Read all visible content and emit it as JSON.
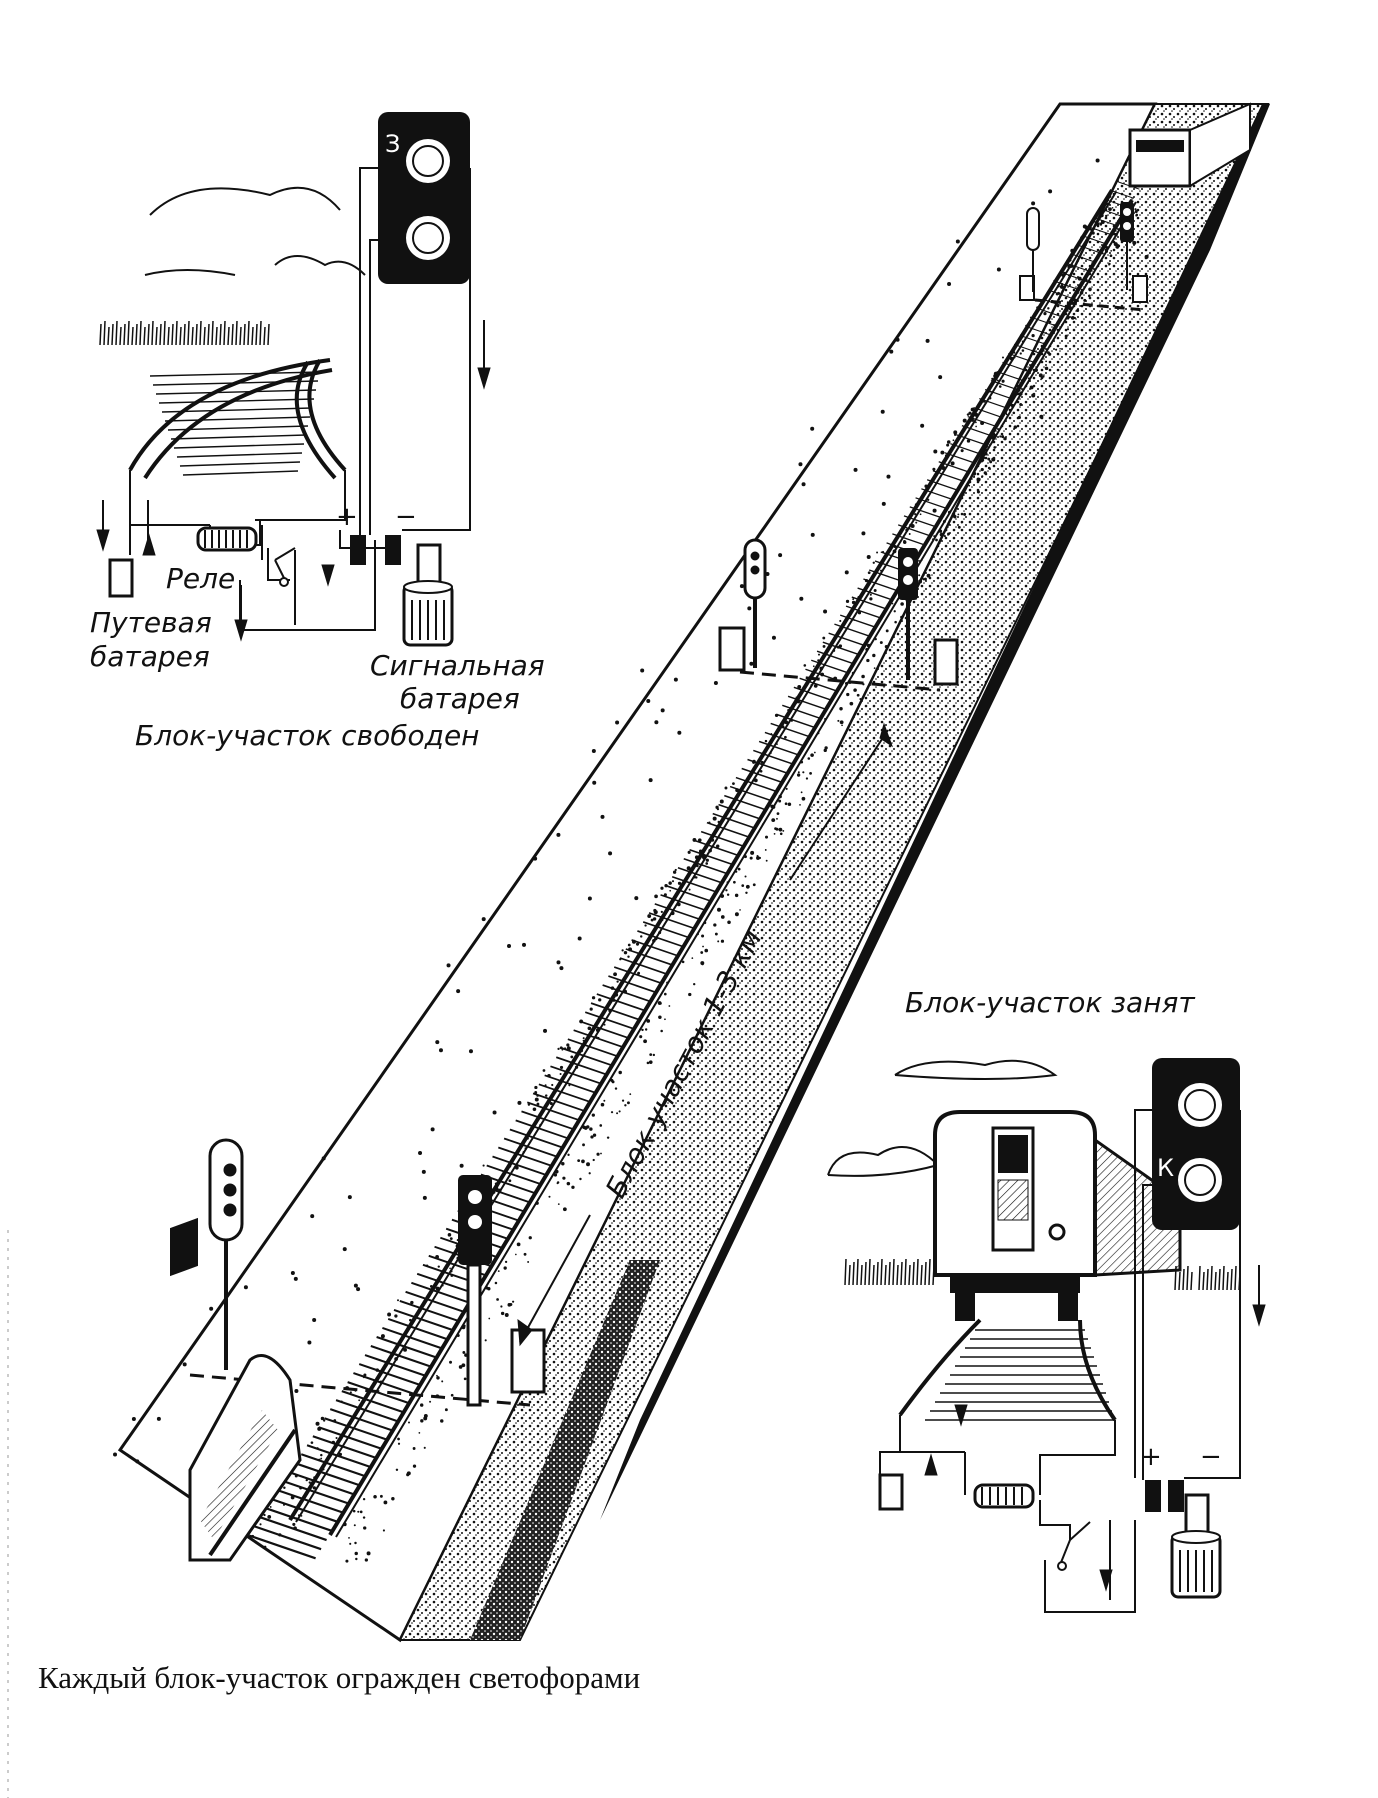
{
  "labels": {
    "free_block": "Блок-участок свободен",
    "occupied_block": "Блок-участок занят",
    "relay": "Реле",
    "track_battery_line1": "Путевая",
    "track_battery_line2": "батарея",
    "signal_battery_line1": "Сигнальная",
    "signal_battery_line2": "батарея",
    "block_length": "Блок-участок 1-3 км",
    "signal_top_letter": "З",
    "signal_bottom_letter": "К",
    "plus": "+",
    "minus": "−"
  },
  "caption": "Каждый блок-участок огражден светофорами"
}
